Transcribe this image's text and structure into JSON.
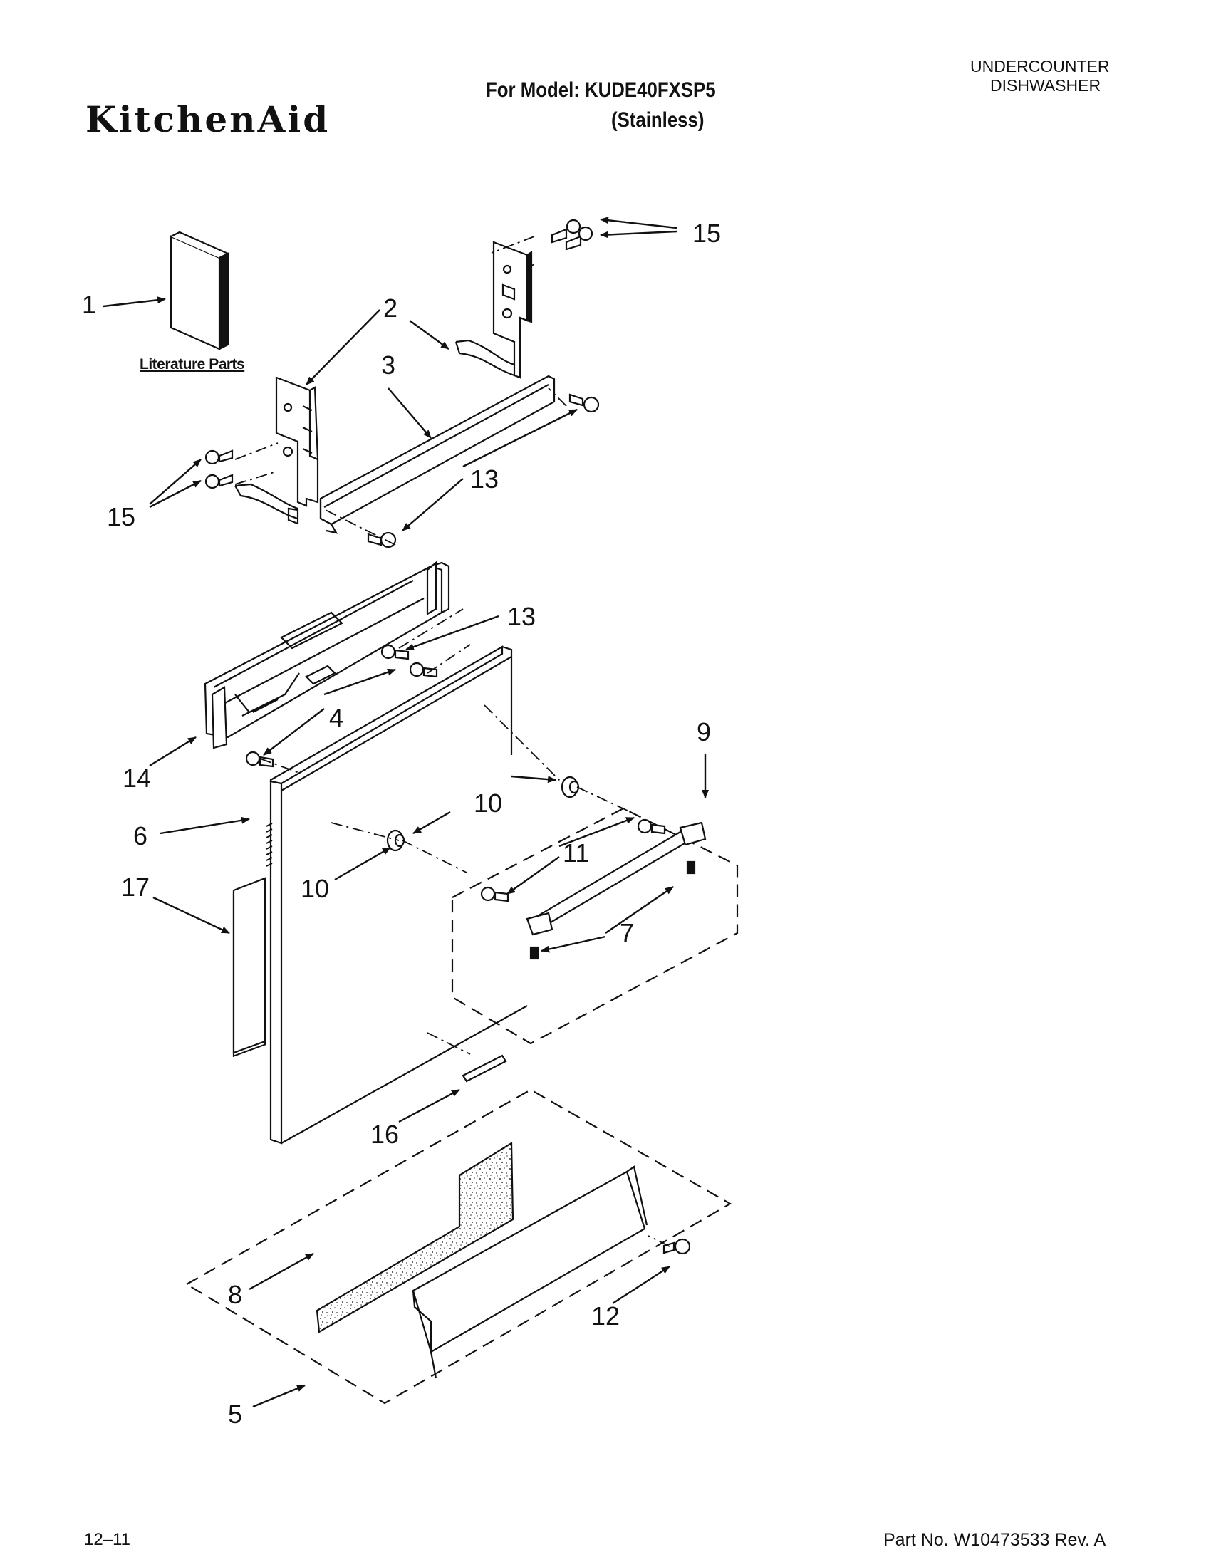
{
  "header": {
    "brand": "KitchenAid",
    "model_line": "For Model: KUDE40FXSP5",
    "variant": "(Stainless)",
    "category_line1": "UNDERCOUNTER",
    "category_line2": "DISHWASHER"
  },
  "diagram": {
    "literature_label": "Literature Parts",
    "callouts": [
      {
        "id": "c1",
        "label": "1"
      },
      {
        "id": "c2",
        "label": "2"
      },
      {
        "id": "c3",
        "label": "3"
      },
      {
        "id": "c4",
        "label": "4"
      },
      {
        "id": "c5",
        "label": "5"
      },
      {
        "id": "c6",
        "label": "6"
      },
      {
        "id": "c7",
        "label": "7"
      },
      {
        "id": "c8",
        "label": "8"
      },
      {
        "id": "c9",
        "label": "9"
      },
      {
        "id": "c10a",
        "label": "10"
      },
      {
        "id": "c10b",
        "label": "10"
      },
      {
        "id": "c11",
        "label": "11"
      },
      {
        "id": "c12",
        "label": "12"
      },
      {
        "id": "c13a",
        "label": "13"
      },
      {
        "id": "c13b",
        "label": "13"
      },
      {
        "id": "c14",
        "label": "14"
      },
      {
        "id": "c15a",
        "label": "15"
      },
      {
        "id": "c15b",
        "label": "15"
      },
      {
        "id": "c16",
        "label": "16"
      },
      {
        "id": "c17",
        "label": "17"
      }
    ]
  },
  "footer": {
    "date_code": "12–11",
    "part_number": "Part No. W10473533 Rev. A"
  }
}
